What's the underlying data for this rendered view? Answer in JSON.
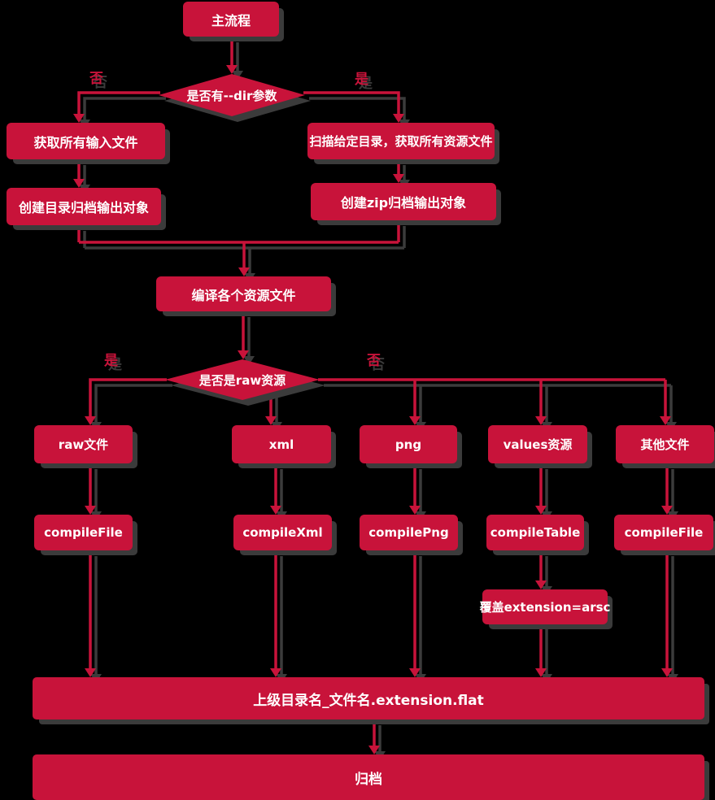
{
  "diagram": {
    "nodes": {
      "start": "主流程",
      "decision_dir": "是否有--dir参数",
      "get_input_files": "获取所有输入文件",
      "scan_dir": "扫描给定目录，获取所有资源文件",
      "create_dir_archive": "创建目录归档输出对象",
      "create_zip_archive": "创建zip归档输出对象",
      "compile_each": "编译各个资源文件",
      "decision_raw": "是否是raw资源",
      "raw_file": "raw文件",
      "xml": "xml",
      "png": "png",
      "values_res": "values资源",
      "other_files": "其他文件",
      "compile_file_raw": "compileFile",
      "compile_xml": "compileXml",
      "compile_png": "compilePng",
      "compile_table": "compileTable",
      "compile_file_other": "compileFile",
      "override_extension": "覆盖extension=arsc",
      "flat_output": "上级目录名_文件名.extension.flat",
      "archive": "归档"
    },
    "edge_labels": {
      "dir_no": "否",
      "dir_yes": "是",
      "raw_yes": "是",
      "raw_no": "否"
    },
    "colors": {
      "node_fill": "#C8133A",
      "node_text": "#FFFFFF",
      "shadow": "#3B3B3B",
      "background": "#000000"
    }
  }
}
